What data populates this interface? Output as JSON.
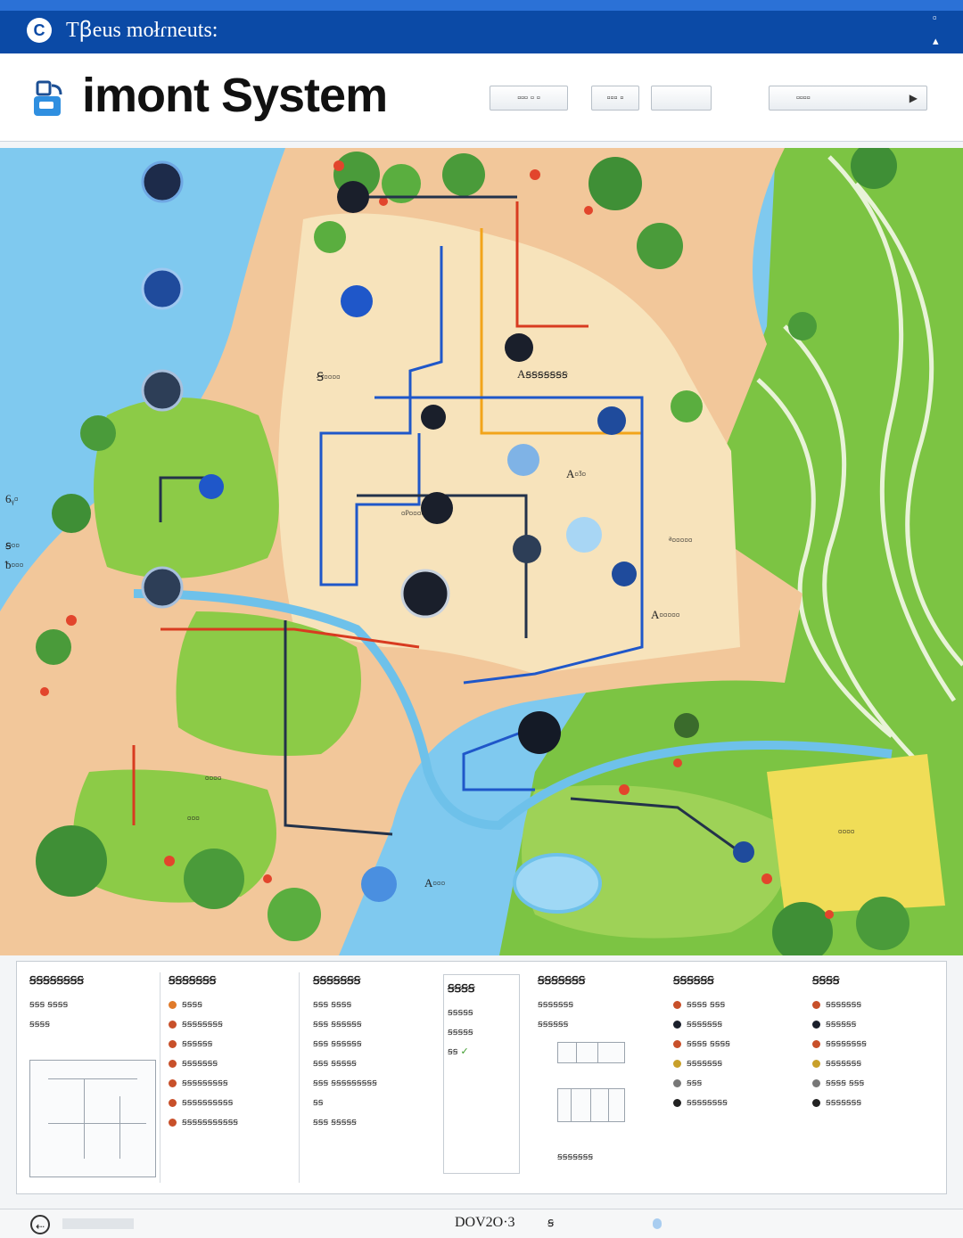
{
  "window": {
    "title": "Tꞵeus mołɾneuts:",
    "app_icon": "C",
    "controls": [
      "▫",
      "▴"
    ]
  },
  "header": {
    "app_title": "imont System",
    "logo_icon": "sprinkler-tap-icon",
    "buttons": [
      {
        "label": "▫▫▫ ▫ ▫"
      },
      {
        "label": "▫▫▫ ▫"
      },
      {
        "label": ""
      }
    ],
    "select": {
      "value": "▫▫▫▫",
      "arrow": "▶"
    }
  },
  "map": {
    "labels": [
      "Ꞩ▫▫▫▫",
      "Aꞩꞩꞩꞩꞩꞩꞩ",
      "A▫ᶾ▫",
      "▫ᵖ▫▫▫▫",
      "ᵃ▫▫▫▫▫",
      "A▫▫▫▫▫",
      "▫▫▫▫",
      "▫▫▫",
      "A▫▫▫",
      "▫▫▫▫",
      "6ᵧ▫",
      "ꞩ▫▫",
      "ᵬ▫▫▫"
    ],
    "colors": {
      "water": "#7fc9ef",
      "lawn": "#8ccb47",
      "path": "#f2c79a",
      "plaza": "#f7e3bb",
      "pipe_blue": "#1f57c9",
      "pipe_orange": "#f2a41a",
      "pipe_red": "#d83b20",
      "pipe_dark": "#23324a"
    }
  },
  "panel": {
    "columns": [
      {
        "title": "ꞩꞩꞩꞩꞩꞩꞩꞩ",
        "rows": [
          "ꞩꞩꞩ ꞩꞩꞩꞩ",
          "ꞩꞩꞩꞩ"
        ]
      },
      {
        "title": "ꞩꞩꞩꞩꞩꞩꞩ",
        "rows": [
          "ꞩꞩꞩꞩ",
          "ꞩꞩꞩꞩꞩꞩꞩꞩ",
          "ꞩꞩꞩꞩꞩꞩ",
          "ꞩꞩꞩꞩꞩꞩꞩ",
          "ꞩꞩꞩꞩꞩꞩꞩꞩꞩ",
          "ꞩꞩꞩꞩꞩꞩꞩꞩꞩꞩ",
          "ꞩꞩꞩꞩꞩꞩꞩꞩꞩꞩꞩ"
        ],
        "dot_color": "#c8502a"
      },
      {
        "title": "ꞩꞩꞩꞩꞩꞩꞩ",
        "rows": [
          "ꞩꞩꞩ ꞩꞩꞩꞩ",
          "ꞩꞩꞩ ꞩꞩꞩꞩꞩꞩ",
          "ꞩꞩꞩ ꞩꞩꞩꞩꞩꞩ",
          "ꞩꞩꞩ ꞩꞩꞩꞩꞩ",
          "ꞩꞩꞩ ꞩꞩꞩꞩꞩꞩꞩꞩꞩ",
          "ꞩꞩ",
          "ꞩꞩꞩ ꞩꞩꞩꞩꞩ"
        ]
      },
      {
        "title": "ꞩꞩꞩꞩ",
        "rows": [
          "ꞩꞩꞩꞩꞩ",
          "ꞩꞩꞩꞩꞩ",
          "ꞩꞩ"
        ]
      },
      {
        "title": "ꞩꞩꞩꞩꞩꞩꞩ",
        "rows": [
          "ꞩꞩꞩꞩꞩꞩꞩ",
          "ꞩꞩꞩꞩꞩꞩ"
        ],
        "footer": "ꞩꞩꞩꞩꞩꞩꞩ"
      },
      {
        "title": "ꞩꞩꞩꞩꞩꞩ",
        "rows": [
          "ꞩꞩꞩꞩ ꞩꞩꞩ",
          "ꞩꞩꞩꞩꞩꞩꞩ",
          "ꞩꞩꞩꞩ ꞩꞩꞩꞩ",
          "ꞩꞩꞩꞩꞩꞩꞩ",
          "ꞩꞩꞩ",
          "ꞩꞩꞩꞩꞩꞩꞩꞩ"
        ]
      },
      {
        "title": "ꞩꞩꞩꞩ",
        "rows": [
          "ꞩꞩꞩꞩꞩꞩꞩ",
          "ꞩꞩꞩꞩꞩꞩ",
          "ꞩꞩꞩꞩꞩꞩꞩꞩ",
          "ꞩꞩꞩꞩꞩꞩꞩ",
          "ꞩꞩꞩꞩ ꞩꞩꞩ",
          "ꞩꞩꞩꞩꞩꞩꞩ"
        ]
      }
    ]
  },
  "status": {
    "date": "DOV2O·3",
    "page_indicator": "ꞩ"
  }
}
